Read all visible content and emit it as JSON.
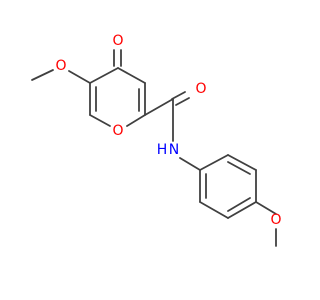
{
  "molecule": {
    "atoms": [
      {
        "id": "O_keto",
        "label": "O",
        "color": "#ff0000"
      },
      {
        "id": "O_ring",
        "label": "O",
        "color": "#ff0000"
      },
      {
        "id": "O_amide",
        "label": "O",
        "color": "#ff0000"
      },
      {
        "id": "N_amide",
        "label": "N",
        "color": "#0000ff"
      },
      {
        "id": "H_amide",
        "label": "H",
        "color": "#0000ff"
      },
      {
        "id": "O_methoxy_left",
        "label": "O",
        "color": "#ff0000"
      },
      {
        "id": "O_methoxy_right",
        "label": "O",
        "color": "#ff0000"
      }
    ],
    "bond_color": "#404040"
  }
}
